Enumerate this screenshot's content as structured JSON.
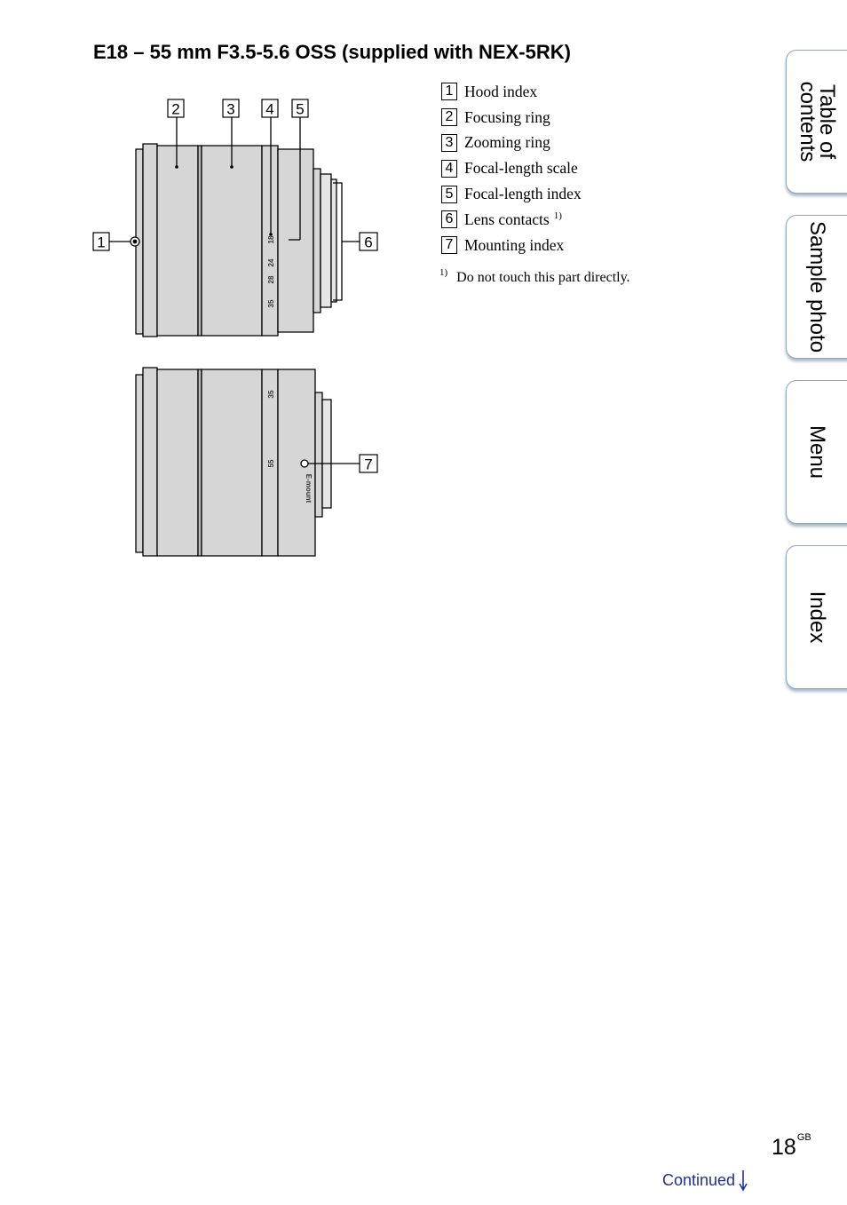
{
  "heading": "E18 – 55 mm F3.5-5.6 OSS (supplied with NEX-5RK)",
  "parts": [
    {
      "num": "1",
      "label": "Hood index"
    },
    {
      "num": "2",
      "label": "Focusing ring"
    },
    {
      "num": "3",
      "label": "Zooming ring"
    },
    {
      "num": "4",
      "label": "Focal-length scale"
    },
    {
      "num": "5",
      "label": "Focal-length index"
    },
    {
      "num": "6",
      "label": "Lens contacts",
      "note": "1)"
    },
    {
      "num": "7",
      "label": "Mounting index"
    }
  ],
  "footnote": {
    "mark": "1)",
    "text": "Do not touch this part directly."
  },
  "diagram": {
    "callouts": [
      "1",
      "2",
      "3",
      "4",
      "5",
      "6",
      "7"
    ],
    "scale_top": [
      "18",
      "24",
      "28",
      "35"
    ],
    "scale_bottom": [
      "35",
      "55"
    ],
    "mount_label": "E-mount"
  },
  "tabs": [
    "Table of\ncontents",
    "Sample photo",
    "Menu",
    "Index"
  ],
  "page": {
    "number": "18",
    "suffix": "GB"
  },
  "continued": "Continued"
}
